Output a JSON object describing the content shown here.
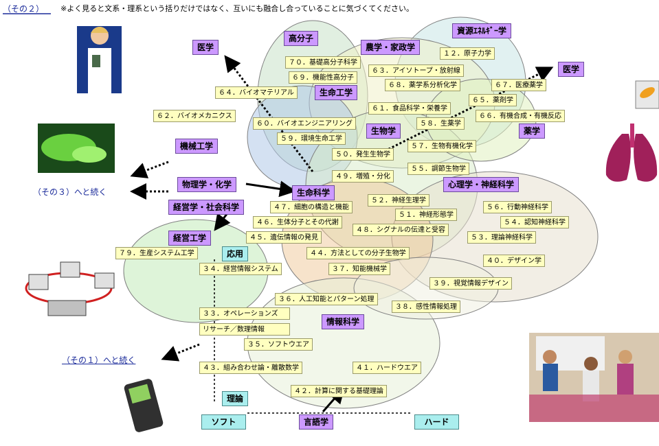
{
  "header": {
    "part_label": "（その２）",
    "note": "※よく見ると文系・理系という括りだけではなく、互いにも融合し合っていることに気づくてください。"
  },
  "fields": {
    "medicine_left": "医学",
    "polymer": "高分子",
    "agriculture": "農学・家政学",
    "resources_eng": "資源ｴﾈﾙｷﾞｰ学",
    "medicine_right": "医学",
    "bioengineering": "生命工学",
    "biology": "生物学",
    "pharmacy": "薬学",
    "mechanical_eng": "機械工学",
    "physics_chem": "物理学・化学",
    "life_science": "生命科学",
    "psych_neuro": "心理学・神経科学",
    "business_social": "経営学・社会科学",
    "management_eng": "経営工学",
    "info_science": "情報科学",
    "language": "言語学"
  },
  "cyan_labels": {
    "applied": "応用",
    "theory": "理論",
    "soft": "ソフト",
    "hard": "ハード"
  },
  "links": {
    "cont3": "（その３）へと続く",
    "cont1": "（その１）へと続く"
  },
  "topics": [
    {
      "id": "t70",
      "text": "７０．基礎高分子科学"
    },
    {
      "id": "t69",
      "text": "６９．機能性高分子"
    },
    {
      "id": "t12",
      "text": "１２．原子力学"
    },
    {
      "id": "t63",
      "text": "６３．アイソトープ・放射線"
    },
    {
      "id": "t68",
      "text": "６８．薬学系分析化学"
    },
    {
      "id": "t67",
      "text": "６７．医療薬学"
    },
    {
      "id": "t64",
      "text": "６４．バイオマテリアル"
    },
    {
      "id": "t65",
      "text": "６５．薬剤学"
    },
    {
      "id": "t61",
      "text": "６１．食品科学・栄養学"
    },
    {
      "id": "t66",
      "text": "６６．有機合成・有機反応"
    },
    {
      "id": "t62",
      "text": "６２．バイオメカニクス"
    },
    {
      "id": "t60",
      "text": "６０．バイオエンジニアリング"
    },
    {
      "id": "t58",
      "text": "５８．生薬学"
    },
    {
      "id": "t59",
      "text": "５９．環境生命工学"
    },
    {
      "id": "t57",
      "text": "５７．生物有機化学"
    },
    {
      "id": "t50",
      "text": "５０．発生生物学"
    },
    {
      "id": "t55",
      "text": "５５．調節生物学"
    },
    {
      "id": "t49",
      "text": "４９．増殖・分化"
    },
    {
      "id": "t52",
      "text": "５２．神経生理学"
    },
    {
      "id": "t56",
      "text": "５６．行動神経科学"
    },
    {
      "id": "t47",
      "text": "４７．細胞の構造と機能"
    },
    {
      "id": "t51",
      "text": "５１．神経形態学"
    },
    {
      "id": "t54",
      "text": "５４．認知神経科学"
    },
    {
      "id": "t46",
      "text": "４６．生体分子とその代謝"
    },
    {
      "id": "t48",
      "text": "４８．シグナルの伝達と受容"
    },
    {
      "id": "t45",
      "text": "４５．遺伝情報の発見"
    },
    {
      "id": "t53",
      "text": "５３．理論神経科学"
    },
    {
      "id": "t79",
      "text": "７９．生産システム工学"
    },
    {
      "id": "t44",
      "text": "４４．方法としての分子生物学"
    },
    {
      "id": "t40",
      "text": "４０．デザイン学"
    },
    {
      "id": "t34",
      "text": "３４．経営情報システム"
    },
    {
      "id": "t37",
      "text": "３７．知能機械学"
    },
    {
      "id": "t39",
      "text": "３９．視覚情報デザイン"
    },
    {
      "id": "t36",
      "text": "３６．人工知能とパターン処理"
    },
    {
      "id": "t38",
      "text": "３８．感性情報処理"
    },
    {
      "id": "t33a",
      "text": "３３．オペレーションズ"
    },
    {
      "id": "t33b",
      "text": "リサーチ／数理情報"
    },
    {
      "id": "t35",
      "text": "３５．ソフトウエア"
    },
    {
      "id": "t43",
      "text": "４３．組み合わせ論・離散数学"
    },
    {
      "id": "t41",
      "text": "４１．ハードウエア"
    },
    {
      "id": "t42",
      "text": "４２．計算に関する基礎理論"
    }
  ]
}
